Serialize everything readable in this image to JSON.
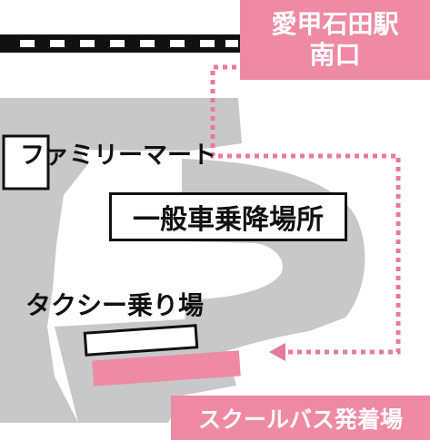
{
  "station": {
    "line1": "愛甲石田駅",
    "line2": "南口"
  },
  "convenience_store": {
    "label": "ファミリーマート"
  },
  "general_pickup": {
    "label": "一般車乗降場所"
  },
  "taxi_stand": {
    "label": "タクシー乗り場"
  },
  "school_bus": {
    "label": "スクールバス発着場"
  },
  "colors": {
    "road": "#c8c8c8",
    "accent_pink": "#ee8aa4",
    "route_dots": "#e87a9c",
    "outline": "#111111"
  },
  "icons": [
    "railway-track",
    "route-arrow"
  ]
}
